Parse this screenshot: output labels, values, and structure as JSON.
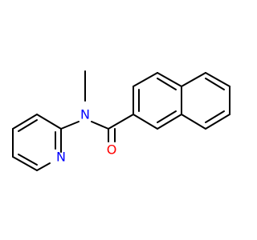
{
  "molecule": {
    "atoms": [
      {
        "id": "N_amide",
        "symbol": "N"
      },
      {
        "id": "N_ring",
        "symbol": "N"
      },
      {
        "id": "O",
        "symbol": "O"
      }
    ],
    "colors": {
      "bond": "#000000",
      "nitrogen": "#0000ff",
      "oxygen": "#ff0000"
    }
  }
}
